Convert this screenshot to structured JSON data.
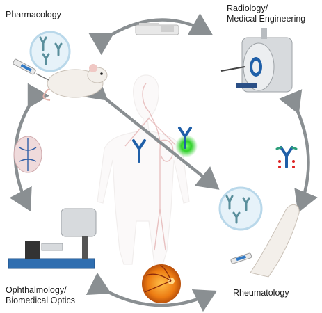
{
  "labels": {
    "pharmacology": "Pharmacology",
    "radiology": "Radiology/\nMedical Engineering",
    "rheumatology": "Rheumatology",
    "ophthalmology": "Ophthalmology/\nBiomedical Optics"
  },
  "colors": {
    "arrow": "#8a8f92",
    "antibody_blue": "#1f5fa8",
    "antibody_teal": "#5a8f9c",
    "glow_green": "#2fd12a",
    "lens_border": "#b9d8ea",
    "lens_fill": "#e6f2f9",
    "retina_orange": "#e97a12",
    "stage_blue": "#2f6eb0"
  }
}
